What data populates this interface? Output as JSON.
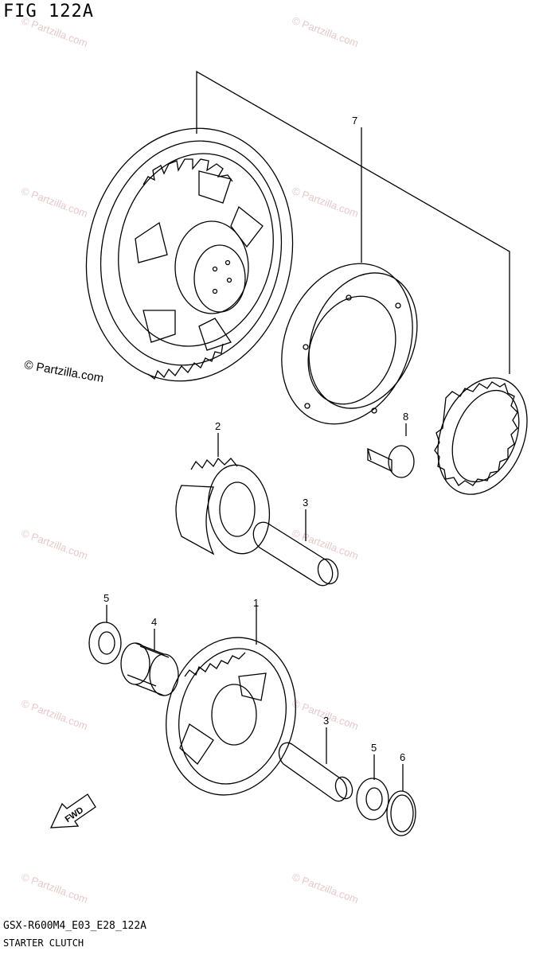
{
  "figure": {
    "title": "FIG 122A",
    "model_code": "GSX-R600M4_E03_E28_122A",
    "section_name": "STARTER CLUTCH"
  },
  "credit": "© Partzilla.com",
  "watermark": "© Partzilla.com",
  "fwd_label": "FWD",
  "callouts": [
    {
      "id": "1",
      "label": "1"
    },
    {
      "id": "2",
      "label": "2"
    },
    {
      "id": "3a",
      "label": "3"
    },
    {
      "id": "3b",
      "label": "3"
    },
    {
      "id": "4",
      "label": "4"
    },
    {
      "id": "5a",
      "label": "5"
    },
    {
      "id": "5b",
      "label": "5"
    },
    {
      "id": "6",
      "label": "6"
    },
    {
      "id": "7",
      "label": "7"
    },
    {
      "id": "8",
      "label": "8"
    }
  ],
  "colors": {
    "line": "#000000",
    "watermark": "#e7c9c9"
  }
}
